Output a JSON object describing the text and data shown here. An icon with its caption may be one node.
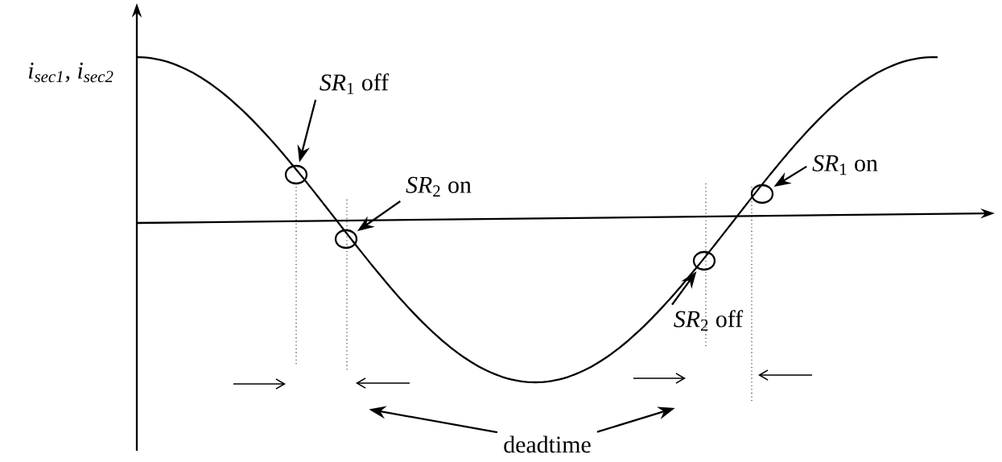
{
  "diagram": {
    "nodes": [
      {
        "text": [
          "*SR*$_{1}$ off"
        ]
      },
      {
        "text": [],
        "shape": "circle"
      },
      {
        "text": [
          "*SR*$_{2}$ on"
        ]
      },
      {
        "text": [],
        "shape": "circle"
      },
      {
        "text": [
          "*SR*$_{1}$ on"
        ]
      },
      {
        "text": [],
        "shape": "circle"
      },
      {
        "text": [
          "*SR*$_{2}$ off"
        ]
      },
      {
        "text": [],
        "shape": "circle"
      },
      {
        "text": [
          "deadtime"
        ]
      }
    ],
    "edges": [
      {
        "from": 0,
        "to": 1,
        "arrow": "to"
      },
      {
        "from": 2,
        "to": 3,
        "arrow": "to"
      },
      {
        "from": 4,
        "to": 5,
        "arrow": "to"
      },
      {
        "from": 6,
        "to": 7,
        "arrow": "to"
      },
      {
        "from": 8,
        "to": null,
        "arrow": "to"
      },
      {
        "from": 8,
        "to": null,
        "arrow": "to"
      }
    ],
    "labels": [
      "i$_{sec1}$, i$_{sec2}$"
    ]
  }
}
